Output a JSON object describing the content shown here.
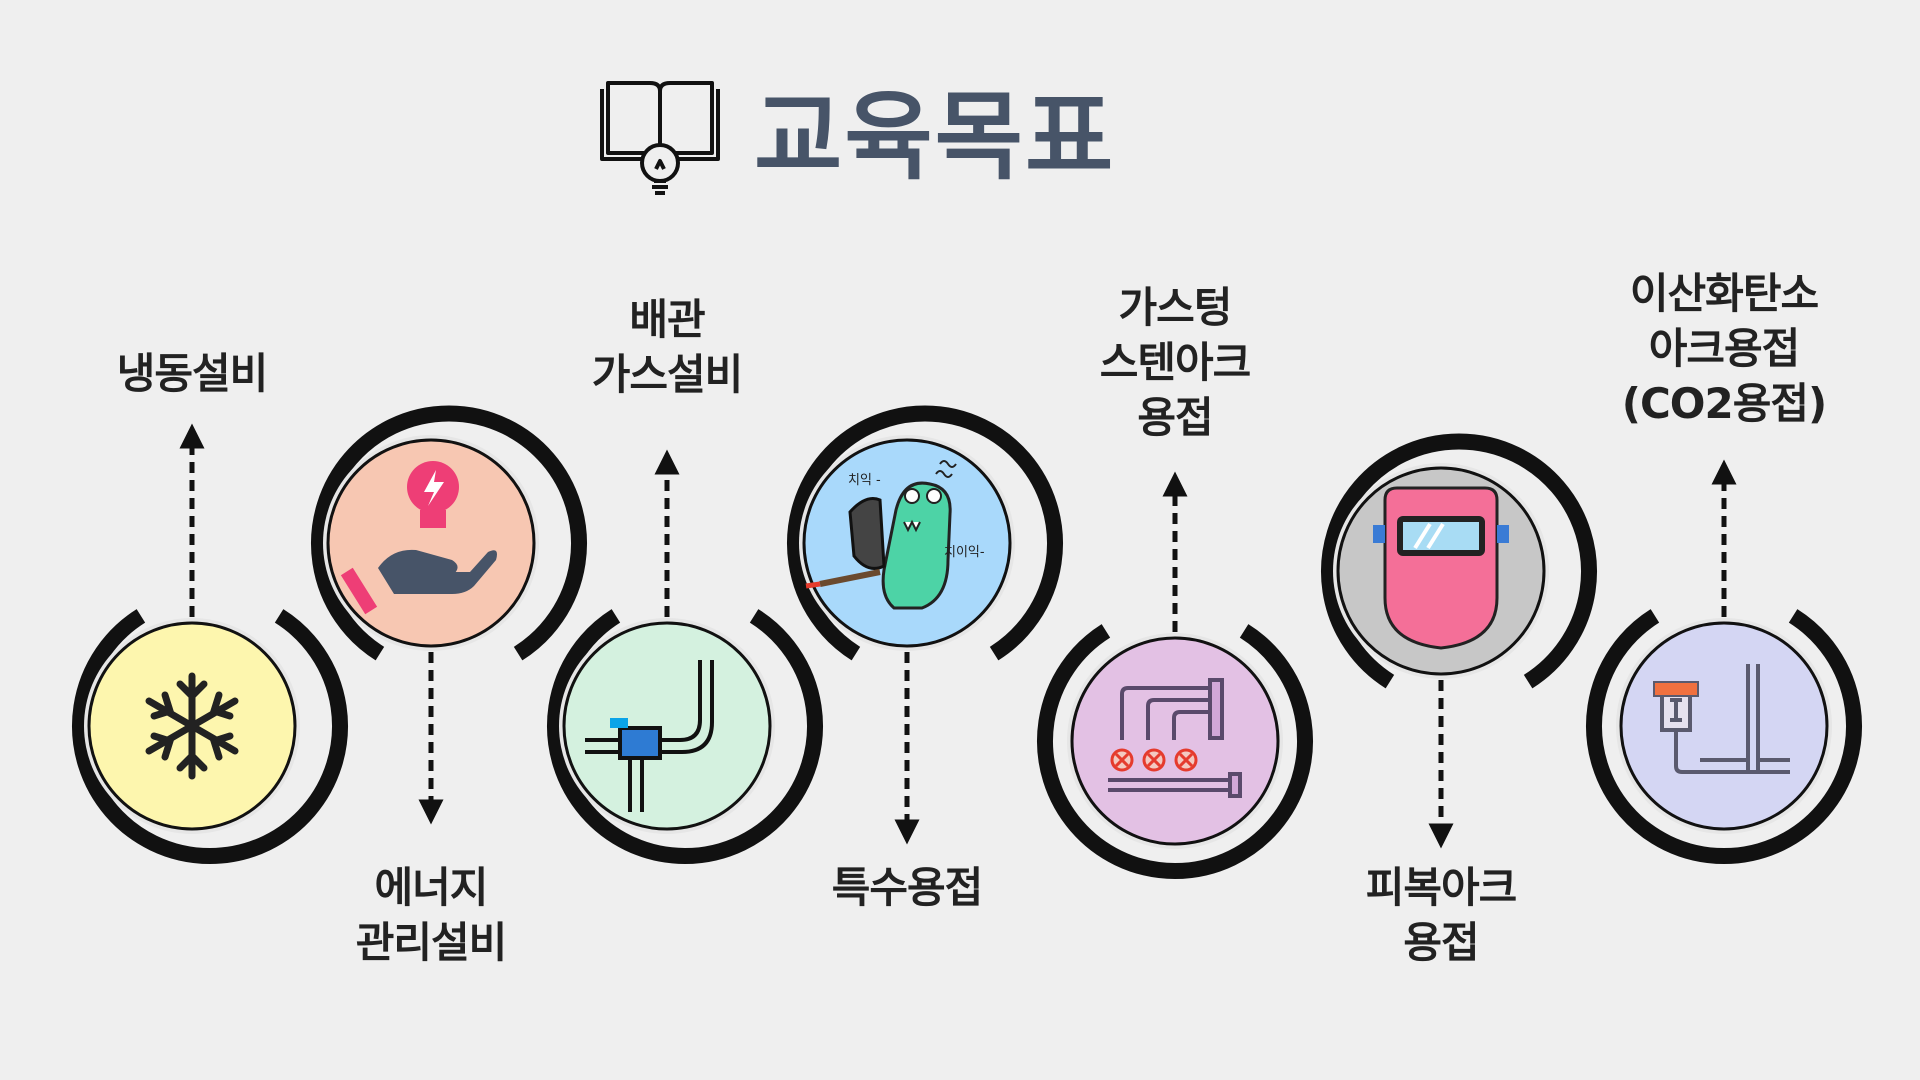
{
  "header": {
    "title": "교육목표",
    "icon": "open-book-lightbulb-icon"
  },
  "colors": {
    "title": "#475468",
    "ring": "#111111",
    "text": "#222222"
  },
  "items": [
    {
      "id": "refrigeration",
      "label": [
        "냉동설비"
      ],
      "position": "bottom",
      "label_side": "top",
      "icon": "snowflake-icon",
      "fill": "#fdf6ae"
    },
    {
      "id": "energy",
      "label": [
        "에너지",
        "관리설비"
      ],
      "position": "top",
      "label_side": "bottom",
      "icon": "hand-lightbulb-energy-icon",
      "fill": "#f7c7b2"
    },
    {
      "id": "piping",
      "label": [
        "배관",
        "가스설비"
      ],
      "position": "bottom",
      "label_side": "top",
      "icon": "pipe-valve-icon",
      "fill": "#d4f1df"
    },
    {
      "id": "special-welding",
      "label": [
        "특수용접"
      ],
      "position": "top",
      "label_side": "bottom",
      "icon": "crocodile-welder-icon",
      "fill": "#a9d9fb",
      "sticker_text": [
        "치익 -",
        "치이익-"
      ]
    },
    {
      "id": "gas-tungsten",
      "label": [
        "가스텅",
        "스텐아크",
        "용접"
      ],
      "position": "bottom",
      "label_side": "top",
      "icon": "pipes-valves-icon",
      "fill": "#e3c1e4"
    },
    {
      "id": "shielded-arc",
      "label": [
        "피복아크",
        "용접"
      ],
      "position": "top",
      "label_side": "bottom",
      "icon": "welding-helmet-icon",
      "fill": "#c7c7c7"
    },
    {
      "id": "co2",
      "label": [
        "이산화탄소",
        "아크용접",
        "(CO2용접)"
      ],
      "position": "bottom",
      "label_side": "top",
      "icon": "pipe-fitting-icon",
      "fill": "#d4d6f3"
    }
  ]
}
